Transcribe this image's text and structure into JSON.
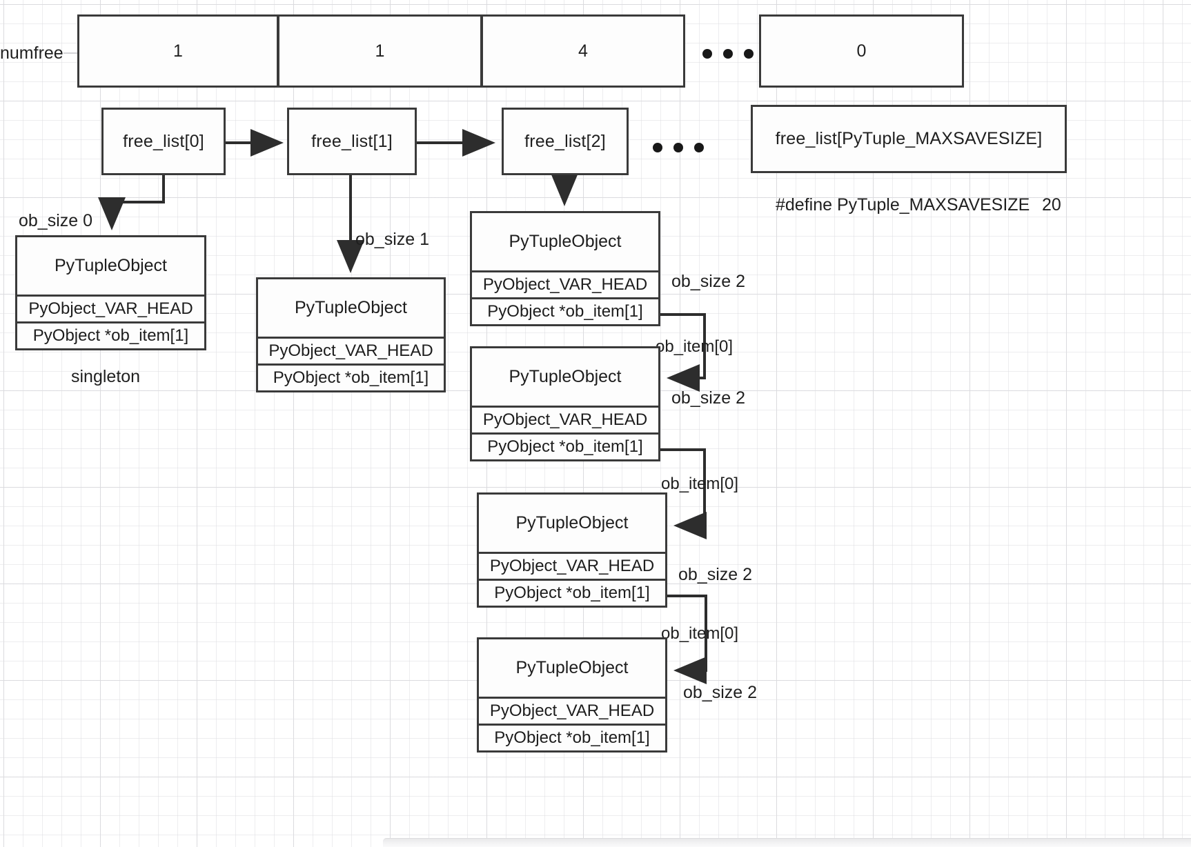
{
  "diagram": {
    "title": "CPython tuple free_list structure",
    "stroke_color": "#3a3a3a",
    "box_fill": "#fdfdfd",
    "text_color": "#1f1f1f"
  },
  "numfree": {
    "label": "numfree",
    "cells": [
      {
        "value": "1"
      },
      {
        "value": "1"
      },
      {
        "value": "4"
      },
      {
        "value": "0"
      }
    ],
    "ellipsis": "• • •"
  },
  "free_list": {
    "items": [
      {
        "label": "free_list[0]"
      },
      {
        "label": "free_list[1]"
      },
      {
        "label": "free_list[2]"
      },
      {
        "label": "free_list[PyTuple_MAXSAVESIZE]"
      }
    ],
    "ellipsis": "• • •"
  },
  "define": {
    "text": "#define PyTuple_MAXSAVESIZE",
    "value": "20"
  },
  "struct_fields": {
    "title": "PyTupleObject",
    "var_head": "PyObject_VAR_HEAD",
    "ob_item": "PyObject *ob_item[1]"
  },
  "objects": [
    {
      "id": "tuple-size0",
      "title": "PyTupleObject",
      "var_head": "PyObject_VAR_HEAD",
      "ob_item": "PyObject *ob_item[1]",
      "ob_size_label": "ob_size 0",
      "note": "singleton"
    },
    {
      "id": "tuple-size1",
      "title": "PyTupleObject",
      "var_head": "PyObject_VAR_HEAD",
      "ob_item": "PyObject *ob_item[1]",
      "ob_size_label": "ob_size 1"
    },
    {
      "id": "tuple-size2-a",
      "title": "PyTupleObject",
      "var_head": "PyObject_VAR_HEAD",
      "ob_item": "PyObject *ob_item[1]",
      "ob_size_label": "ob_size 2",
      "link_label": "ob_item[0]"
    },
    {
      "id": "tuple-size2-b",
      "title": "PyTupleObject",
      "var_head": "PyObject_VAR_HEAD",
      "ob_item": "PyObject *ob_item[1]",
      "ob_size_label": "ob_size 2",
      "link_label": "ob_item[0]"
    },
    {
      "id": "tuple-size2-c",
      "title": "PyTupleObject",
      "var_head": "PyObject_VAR_HEAD",
      "ob_item": "PyObject *ob_item[1]",
      "ob_size_label": "ob_size 2",
      "link_label": "ob_item[0]"
    },
    {
      "id": "tuple-size2-d",
      "title": "PyTupleObject",
      "var_head": "PyObject_VAR_HEAD",
      "ob_item": "PyObject *ob_item[1]",
      "ob_size_label": "ob_size 2"
    }
  ]
}
